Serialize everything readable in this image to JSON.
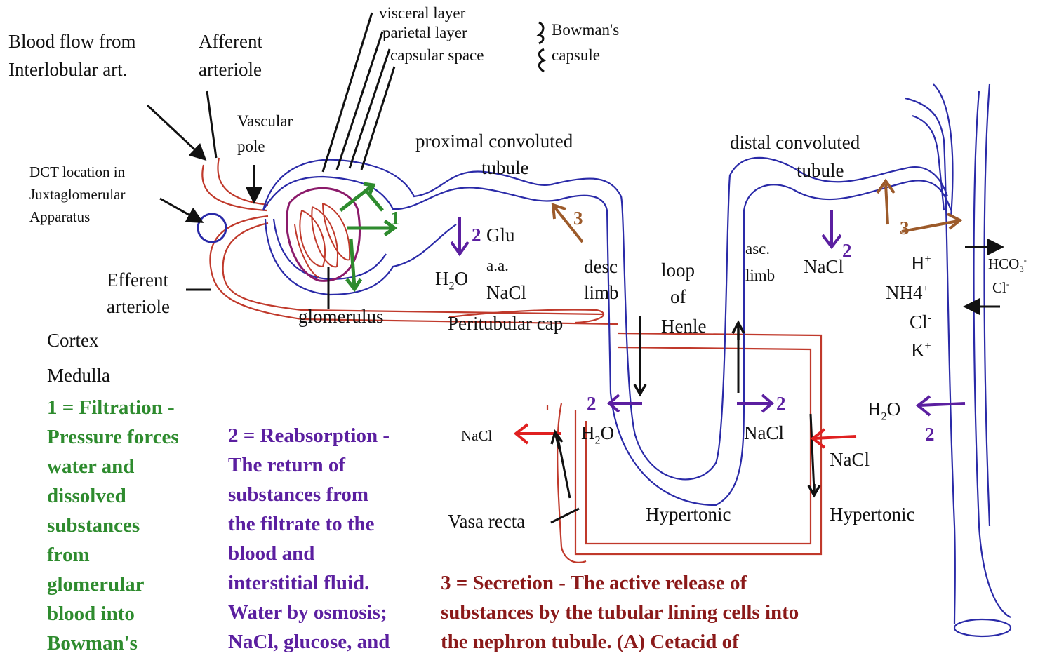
{
  "labels": {
    "visceral": "visceral layer",
    "parietal": "parietal layer",
    "capsular": "capsular space",
    "bowmans1": "Bowman's",
    "bowmans2": "capsule",
    "bloodflow1": "Blood flow from",
    "bloodflow2": "Interlobular art.",
    "afferent1": "Afferent",
    "afferent2": "arteriole",
    "vascular1": "Vascular",
    "vascular2": "pole",
    "dct1": "DCT location in",
    "dct2": "Juxtaglomerular",
    "dct3": "Apparatus",
    "pct1": "proximal convoluted",
    "pct2": "tubule",
    "dist1": "distal convoluted",
    "dist2": "tubule",
    "efferent1": "Efferent",
    "efferent2": "arteriole",
    "glomerulus": "glomerulus",
    "peritubular": "Peritubular cap",
    "glu": "Glu",
    "aa": "a.a.",
    "nacl_pct": "NaCl",
    "h2o_pct": "H",
    "desc1": "desc",
    "desc2": "limb",
    "loop1": "loop",
    "loop2": "of",
    "loop3": "Henle",
    "asc1": "asc.",
    "asc2": "limb",
    "nacl_dct": "NaCl",
    "hplus": "H",
    "nh4": "NH4",
    "cl": "Cl",
    "kplus": "K",
    "hco3": "HCO",
    "cl_right": "Cl",
    "cortex": "Cortex",
    "medulla": "Medulla",
    "nacl_vasa": "NaCl",
    "h2o_desc": "H",
    "nacl_asc": "NaCl",
    "nacl_right": "NaCl",
    "h2o_right": "H",
    "vasa_recta": "Vasa recta",
    "hypertonic1": "Hypertonic",
    "hypertonic2": "Hypertonic"
  },
  "numbers": {
    "n1": "1",
    "n2_pct": "2",
    "n3_pct": "3",
    "n2_dct": "2",
    "n3_dct": "3",
    "n2_desc": "2",
    "n2_asc": "2",
    "n2_right": "2"
  },
  "definitions": {
    "filtration": [
      "1 = Filtration -",
      "Pressure forces",
      "water and",
      "dissolved",
      "substances",
      "from",
      "glomerular",
      "blood into",
      "Bowman's"
    ],
    "reabsorption": [
      "2 = Reabsorption -",
      "The return of",
      "substances from",
      "the filtrate to the",
      "blood and",
      "interstitial fluid.",
      "Water by osmosis;",
      "NaCl, glucose, and"
    ],
    "secretion": [
      "3 = Secretion - The active release of",
      "substances by the tubular lining cells into",
      "the nephron tubule. (A) Cetacid of"
    ]
  },
  "colors": {
    "tubule": "#2a2aa8",
    "vessel": "#c0392b",
    "filtration": "#2e8b2e",
    "reabsorption": "#5b1fa0",
    "secretion": "#9c5a2a",
    "medulla_arrow": "#e02020"
  }
}
